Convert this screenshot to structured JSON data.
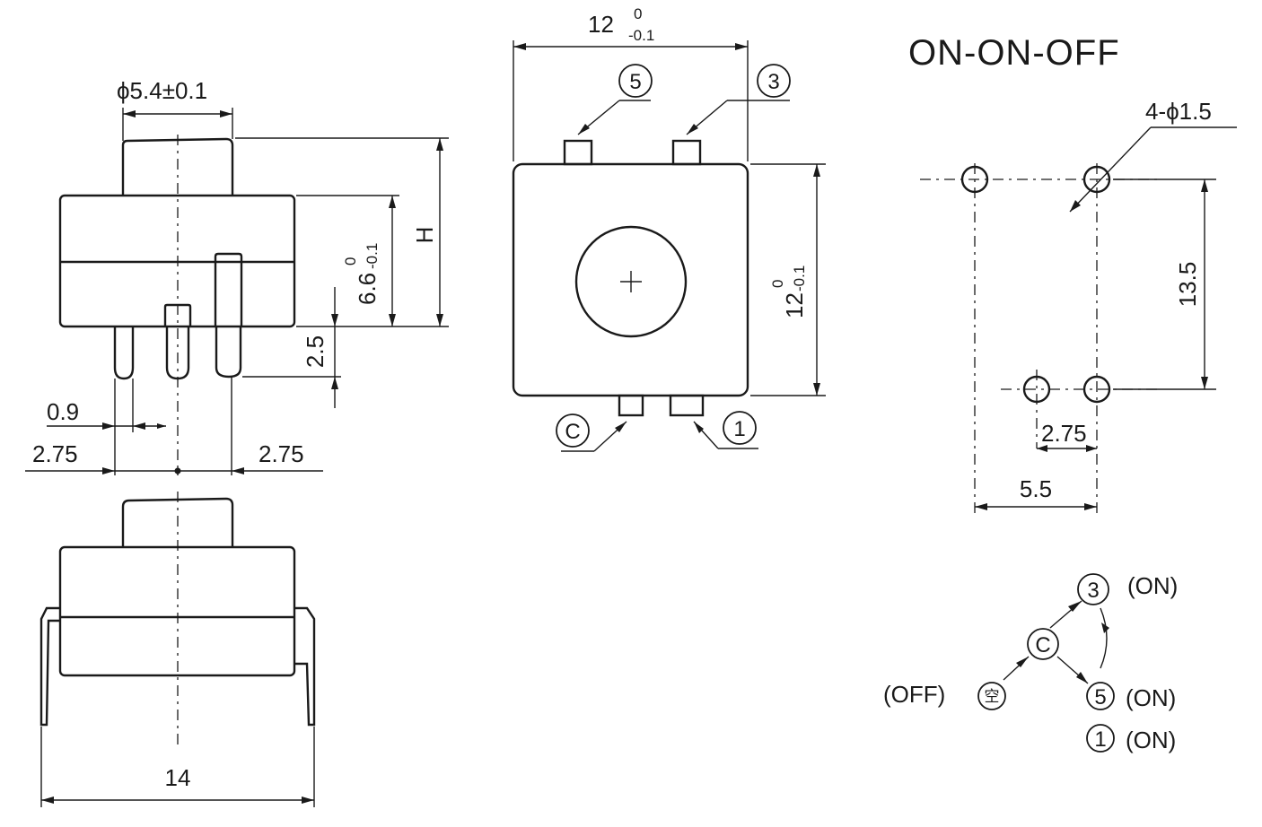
{
  "title": "ON-ON-OFF",
  "dimensions": {
    "cap_diameter": "ϕ5.4±0.1",
    "height_label": "H",
    "body_height_main": "6.6",
    "body_height_tol_upper": "0",
    "body_height_tol_lower": "-0.1",
    "pin_length": "2.5",
    "pin_width": "0.9",
    "pin_pitch_left": "2.75",
    "pin_pitch_right": "2.75",
    "total_width": "14",
    "top_width_main": "12",
    "top_width_tol_upper": "0",
    "top_width_tol_lower": "-0.1",
    "top_height_main": "12",
    "top_height_tol_upper": "0",
    "top_height_tol_lower": "-0.1",
    "holes": "4-ϕ1.5",
    "hole_vertical": "13.5",
    "hole_spacing_small": "2.75",
    "hole_spacing_large": "5.5"
  },
  "pins": {
    "p5": "5",
    "p3": "3",
    "pc": "C",
    "p1": "1",
    "empty": "空"
  },
  "states": {
    "on_3": "(ON)",
    "off": "(OFF)",
    "on_5": "(ON)",
    "on_1": "(ON)"
  }
}
